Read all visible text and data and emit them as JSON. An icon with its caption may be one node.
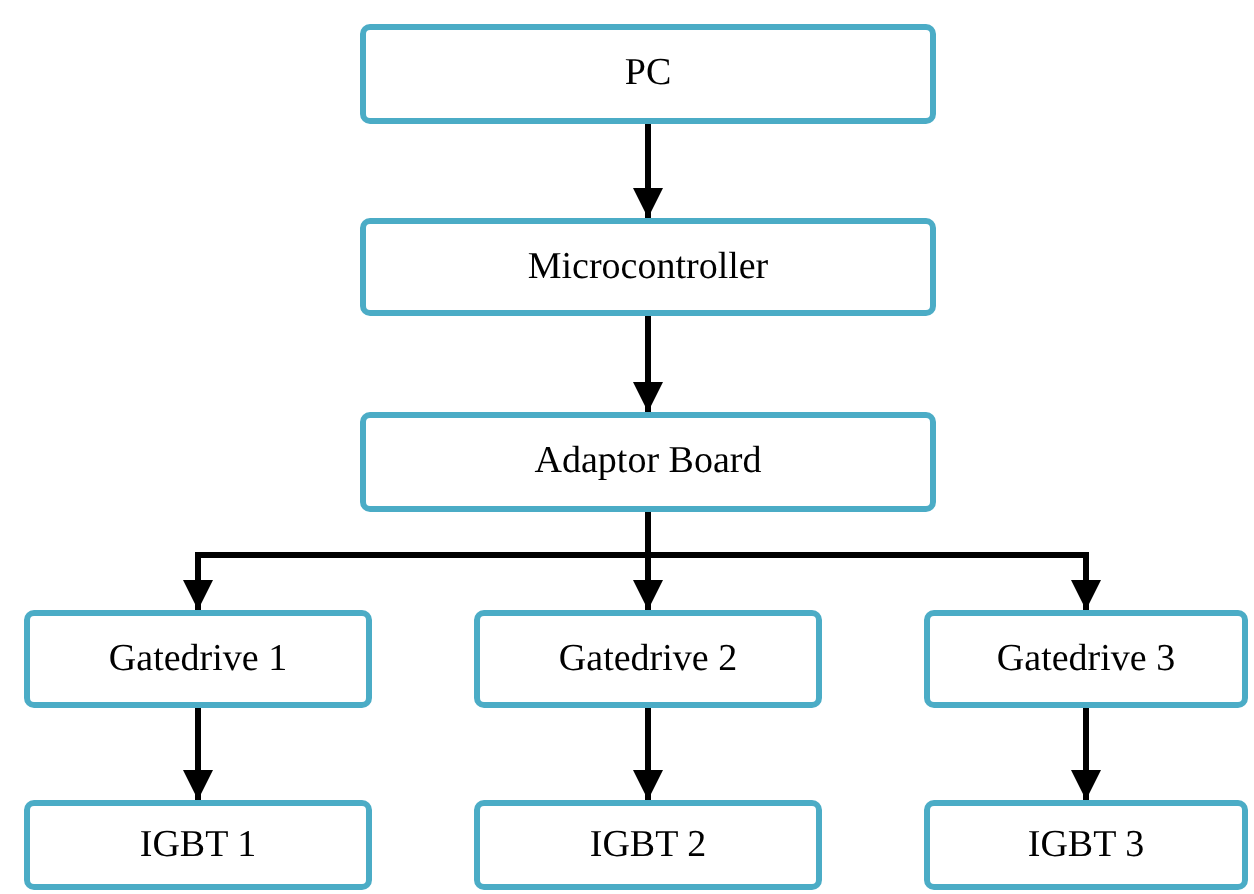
{
  "diagram": {
    "nodes": [
      {
        "text": [
          "PC"
        ]
      },
      {
        "text": [
          "Microcontroller"
        ]
      },
      {
        "text": [
          "Adaptor Board"
        ]
      },
      {
        "text": [
          "Gatedrive 1"
        ]
      },
      {
        "text": [
          "Gatedrive 2"
        ]
      },
      {
        "text": [
          "Gatedrive 3"
        ]
      },
      {
        "text": [
          "IGBT 1"
        ]
      },
      {
        "text": [
          "IGBT 2"
        ]
      },
      {
        "text": [
          "IGBT 3"
        ]
      }
    ],
    "edges": [
      {
        "from": 0,
        "to": 1,
        "arrow": "to"
      },
      {
        "from": 1,
        "to": 2,
        "arrow": "to"
      },
      {
        "from": 2,
        "to": 3,
        "arrow": "to"
      },
      {
        "from": 2,
        "to": 4,
        "arrow": "to"
      },
      {
        "from": 2,
        "to": 5,
        "arrow": "to"
      },
      {
        "from": 3,
        "to": 6,
        "arrow": "to"
      },
      {
        "from": 4,
        "to": 7,
        "arrow": "to"
      },
      {
        "from": 5,
        "to": 8,
        "arrow": "to"
      }
    ]
  }
}
